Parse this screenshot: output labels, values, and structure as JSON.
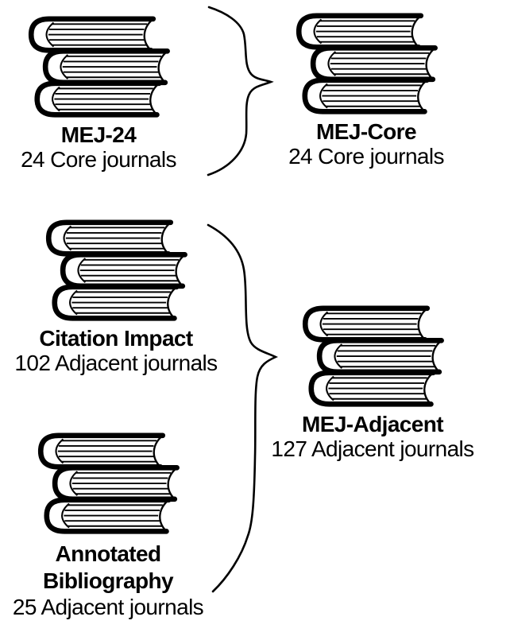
{
  "colors": {
    "background": "#ffffff",
    "ink": "#000000"
  },
  "groups": [
    {
      "name": "mej-24",
      "icon": "books-stack-icon",
      "title": "MEJ-24",
      "subtitle": "24 Core journals"
    },
    {
      "name": "mej-core",
      "icon": "books-stack-icon",
      "title": "MEJ-Core",
      "subtitle": "24 Core journals"
    },
    {
      "name": "citation-impact",
      "icon": "books-stack-icon",
      "title": "Citation Impact",
      "subtitle": "102 Adjacent journals"
    },
    {
      "name": "annotated-bibliography",
      "icon": "books-stack-icon",
      "title": "Annotated",
      "title2": "Bibliography",
      "subtitle": "25 Adjacent journals"
    },
    {
      "name": "mej-adjacent",
      "icon": "books-stack-icon",
      "title": "MEJ-Adjacent",
      "subtitle": "127 Adjacent journals"
    }
  ],
  "braces": [
    {
      "name": "top-brace",
      "groups_left": [
        "MEJ-24"
      ],
      "points_to": "MEJ-Core"
    },
    {
      "name": "bottom-brace",
      "groups_left": [
        "Citation Impact",
        "Annotated Bibliography"
      ],
      "points_to": "MEJ-Adjacent"
    }
  ]
}
